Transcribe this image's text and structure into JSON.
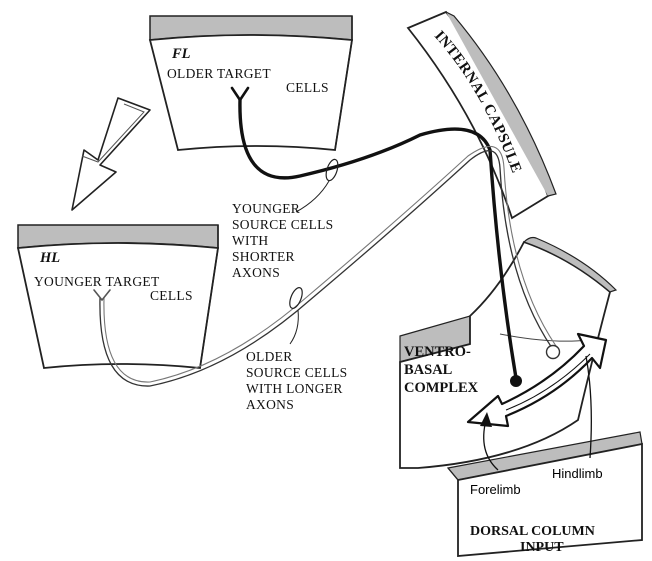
{
  "regions": {
    "fl": {
      "abbr": "FL",
      "line1": "OLDER TARGET",
      "line2": "CELLS"
    },
    "hl": {
      "abbr": "HL",
      "line1": "YOUNGER TARGET",
      "line2": "CELLS"
    },
    "internal_capsule": "INTERNAL CAPSULE",
    "ventrobasal": {
      "line1": "VENTRO-",
      "line2": "BASAL",
      "line3": "COMPLEX"
    },
    "dorsal_column": {
      "line1": "DORSAL COLUMN",
      "line2": "INPUT"
    }
  },
  "annotations": {
    "younger": [
      "YOUNGER",
      "SOURCE CELLS",
      "WITH",
      "SHORTER",
      "AXONS"
    ],
    "older": [
      "OLDER",
      "SOURCE CELLS",
      "WITH LONGER",
      "AXONS"
    ]
  },
  "limbs": {
    "forelimb": "Forelimb",
    "hindlimb": "Hindlimb"
  }
}
